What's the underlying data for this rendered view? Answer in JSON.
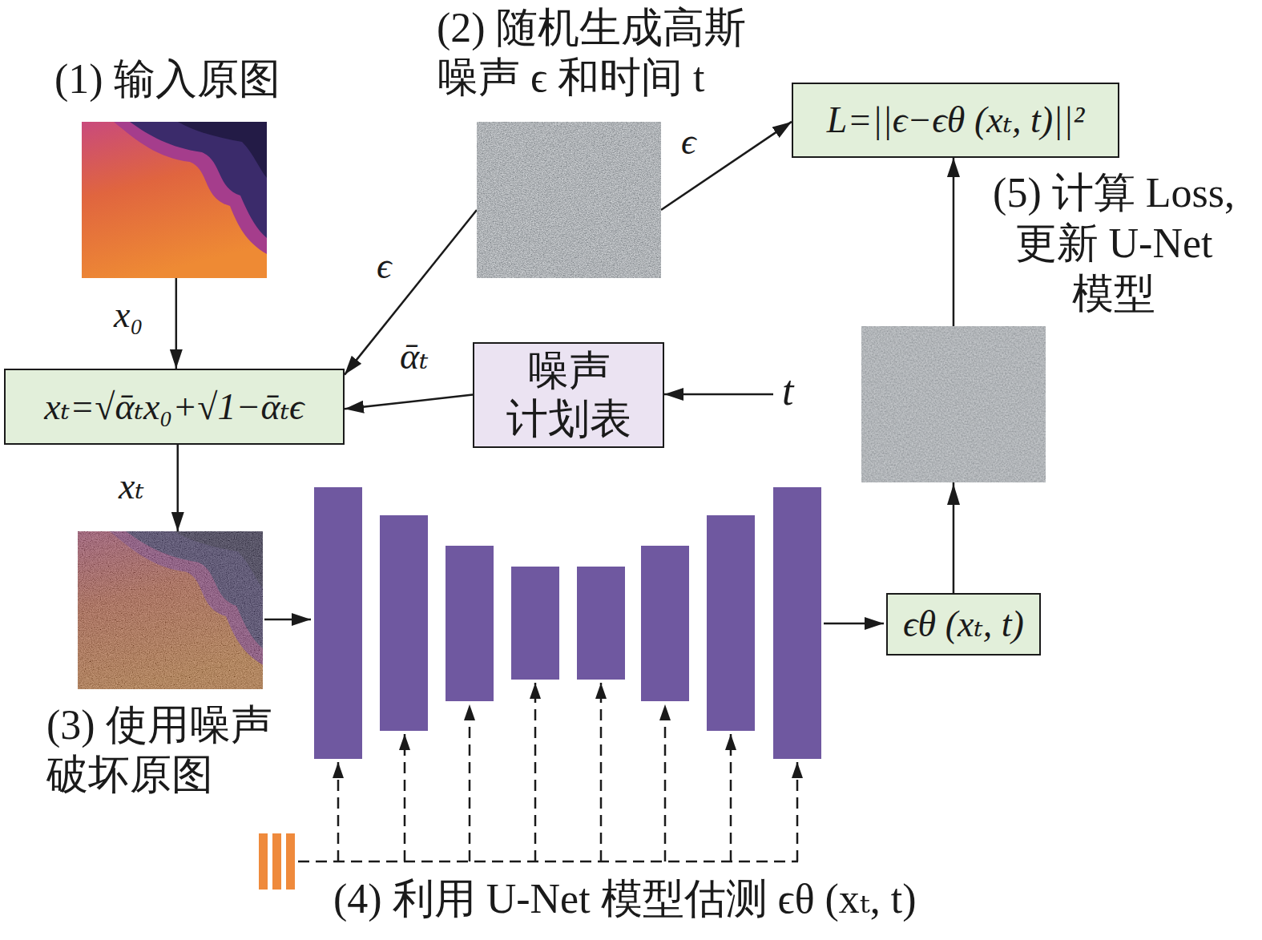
{
  "diagram": {
    "nodes": [
      {
        "text": [
          "(1) 输入原图"
        ]
      },
      {
        "text": [
          "(2) 随机生成高斯 噪声 ϵ 和时间 t"
        ]
      },
      {
        "text": [
          "L=||ϵ−ϵθ (xₜ, t)||²"
        ]
      },
      {
        "text": [
          "xₜ=√ᾱₜx₀+√1−ᾱₜϵ"
        ]
      },
      {
        "text": [
          "噪声 计划表"
        ]
      },
      {
        "text": [
          "(3) 使用噪声 破坏原图"
        ]
      },
      {
        "text": [
          "ϵθ (xₜ, t)"
        ]
      }
    ],
    "edges": [
      {
        "from": 0,
        "to": 3,
        "label": "x₀",
        "arrow": "to"
      },
      {
        "from": 1,
        "to": 3,
        "label": "ϵ",
        "arrow": "to"
      },
      {
        "from": 1,
        "to": 2,
        "label": "ϵ",
        "arrow": "to"
      },
      {
        "from": 4,
        "to": 3,
        "label": "ᾱₜ",
        "arrow": "to"
      },
      {
        "from": 3,
        "to": 5,
        "label": "xₜ",
        "arrow": "to"
      },
      {
        "from": 6,
        "to": 2,
        "arrow": "to"
      }
    ],
    "labels": [
      "t",
      "(4) 利用 U-Net 模型估测 ϵθ (xₜ, t)",
      "(5) 计算 Loss, 更新 U-Net 模型"
    ]
  }
}
